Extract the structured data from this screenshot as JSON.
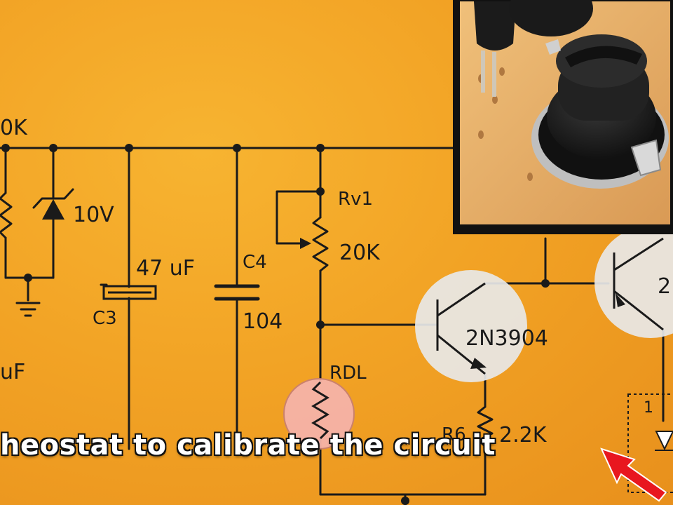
{
  "colors": {
    "background": "#f2a325",
    "wire": "#1a1a1a",
    "transistor_halo": "#e8e8e8",
    "ldr_halo": "#f6b3a8",
    "arrow": "#e8171f"
  },
  "labels": {
    "r_top": "0K",
    "zener": "10V",
    "cap_left": "uF",
    "c3_value": "47 uF",
    "c3_name": "C3",
    "c4_name": "C4",
    "c4_value": "104",
    "rv1_name": "Rv1",
    "rv1_value": "20K",
    "q1": "2N3904",
    "q2": "2",
    "rdl": "RDL",
    "r6_name": "R6",
    "r6_value": "2.2K",
    "led_pin": "1"
  },
  "caption": "heostat to calibrate the circuit",
  "inset": {
    "description_icon": "potentiometer-photo"
  }
}
